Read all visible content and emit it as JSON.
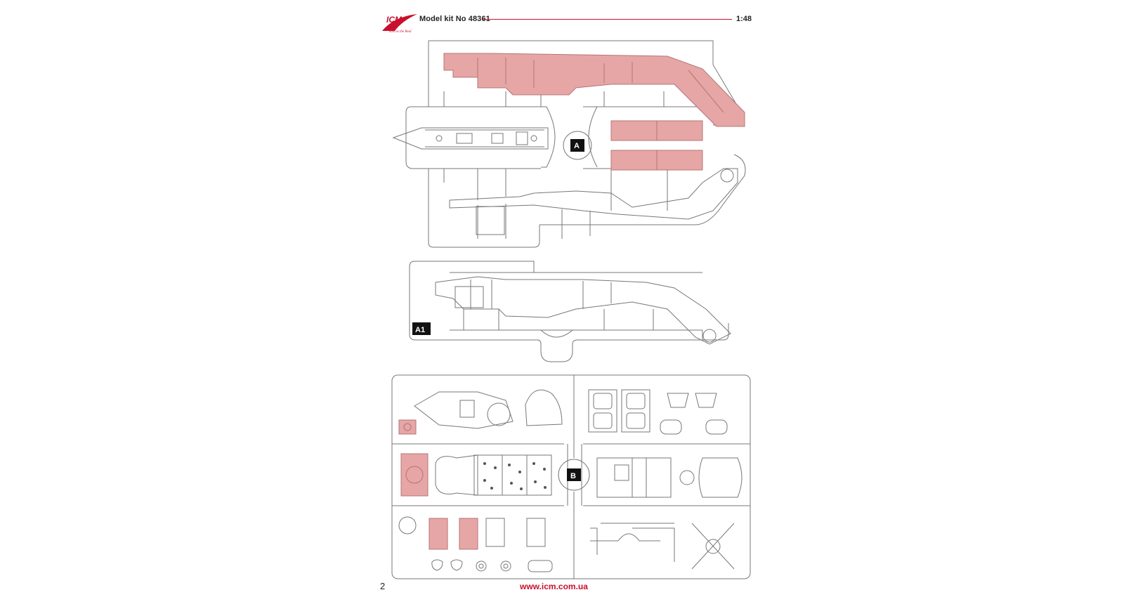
{
  "header": {
    "logo_text": "ICM",
    "logo_tagline": "Kits as the Real",
    "kit_title": "Model kit No 48361",
    "scale": "1:48"
  },
  "sprues": [
    {
      "label": "A"
    },
    {
      "label": "A1"
    },
    {
      "label": "B"
    }
  ],
  "colors": {
    "accent": "#c8102e",
    "highlight": "#e7a6a6",
    "line": "#777777"
  },
  "footer": {
    "page_number": "2",
    "url": "www.icm.com.ua"
  }
}
